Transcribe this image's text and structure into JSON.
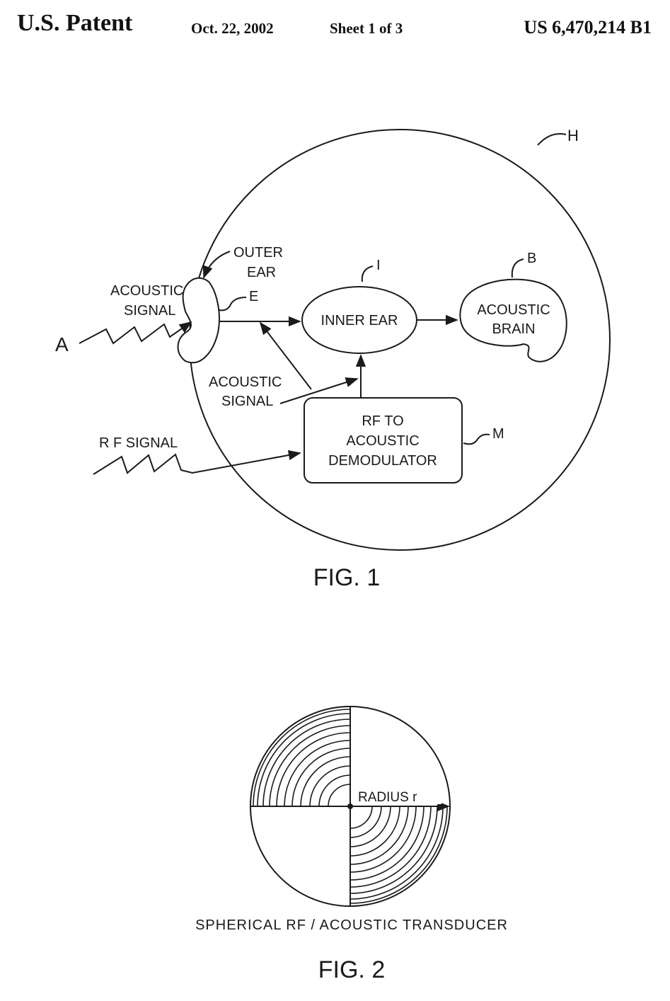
{
  "header": {
    "left": "U.S. Patent",
    "date": "Oct. 22, 2002",
    "sheet": "Sheet 1 of 3",
    "number": "US 6,470,214 B1"
  },
  "fig1": {
    "caption": "FIG. 1",
    "labels": {
      "H": "H",
      "outer_ear_1": "OUTER",
      "outer_ear_2": "EAR",
      "I": "I",
      "B": "B",
      "acoustic_signal_top_1": "ACOUSTIC",
      "acoustic_signal_top_2": "SIGNAL",
      "E": "E",
      "inner_ear": "INNER EAR",
      "acoustic_brain_1": "ACOUSTIC",
      "acoustic_brain_2": "BRAIN",
      "A": "A",
      "acoustic_signal_mid_1": "ACOUSTIC",
      "acoustic_signal_mid_2": "SIGNAL",
      "demod_1": "RF TO",
      "demod_2": "ACOUSTIC",
      "demod_3": "DEMODULATOR",
      "rf_signal": "R F SIGNAL",
      "M": "M"
    }
  },
  "fig2": {
    "caption": "FIG. 2",
    "title": "SPHERICAL RF / ACOUSTIC TRANSDUCER",
    "radius_label": "RADIUS r"
  }
}
